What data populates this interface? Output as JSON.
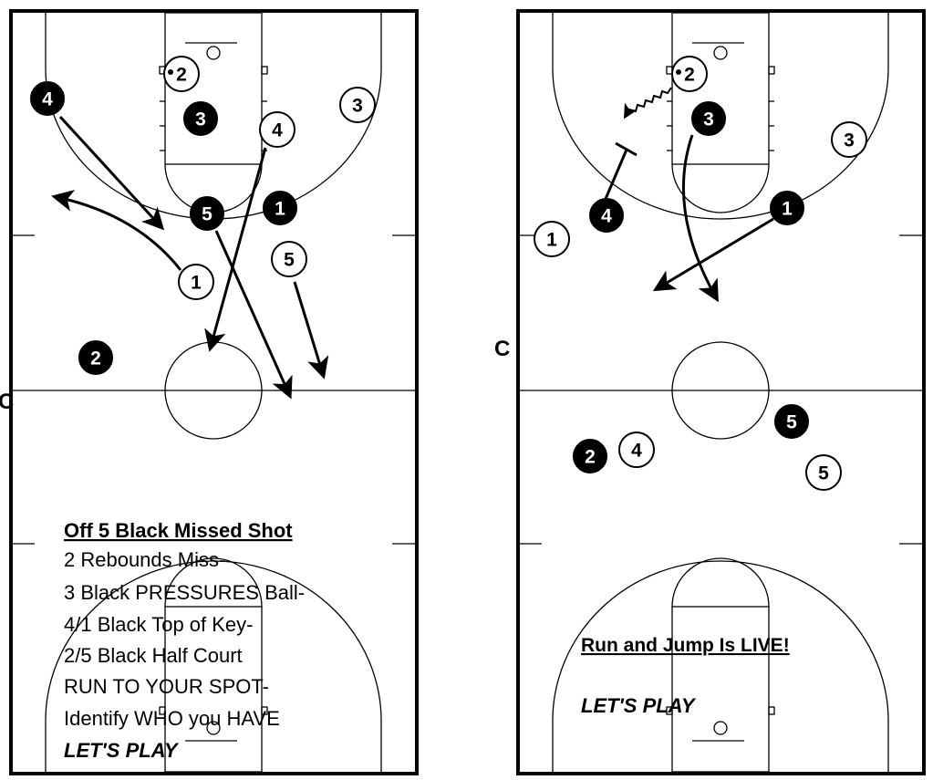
{
  "left_diagram": {
    "center_label": "C",
    "notes": {
      "title": "Off 5 Black Missed Shot",
      "lines": [
        "2 Rebounds Miss-",
        "3 Black PRESSURES Ball-",
        "4/1 Black Top of Key-",
        "2/5 Black Half Court",
        "RUN TO YOUR SPOT-",
        "Identify WHO you HAVE"
      ],
      "closing": "LET'S PLAY"
    },
    "players": {
      "black": [
        "4",
        "3",
        "5",
        "1",
        "2"
      ],
      "white": [
        "2",
        "3",
        "4",
        "1",
        "5"
      ]
    }
  },
  "right_diagram": {
    "center_label": "C",
    "notes": {
      "title": "Run and Jump Is LIVE!",
      "closing": "LET'S PLAY"
    },
    "players": {
      "black": [
        "3",
        "1",
        "4",
        "5",
        "2"
      ],
      "white": [
        "2",
        "3",
        "1",
        "4",
        "5"
      ]
    }
  },
  "colors": {
    "ink": "#000000",
    "paper": "#ffffff"
  }
}
